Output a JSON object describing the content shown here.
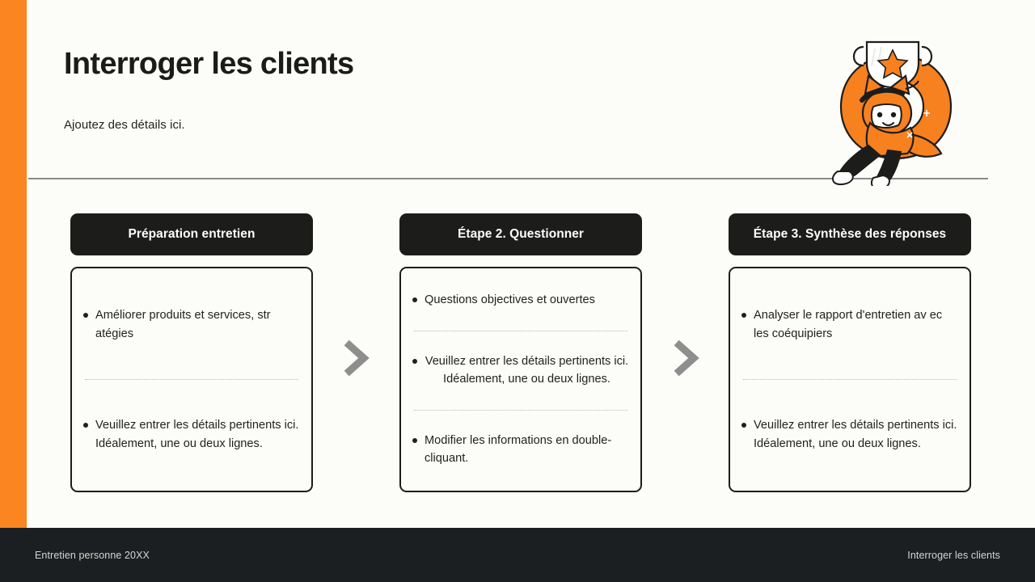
{
  "slide": {
    "title": "Interroger les clients",
    "subtitle": "Ajoutez des détails ici.",
    "accent_color": "#fb8521",
    "dark_color": "#1c1c1a",
    "background_color": "#fcfdf8"
  },
  "mascot": {
    "name": "fox-mascot-with-trophy-illustration"
  },
  "columns": [
    {
      "header": "Préparation entretien",
      "bullets": [
        "Améliorer produits et services, str atégies",
        "Veuillez entrer les détails pertinents ici. Idéalement, une ou deux lignes."
      ]
    },
    {
      "header": "Étape 2. Questionner",
      "bullets": [
        "Questions objectives et ouvertes",
        "Veuillez entrer les détails pertinents ici. Idéalement, une ou deux lignes.",
        "Modifier les informations en double-cliquant."
      ]
    },
    {
      "header": "Étape 3. Synthèse des réponses",
      "bullets": [
        "Analyser le rapport d'entretien av ec les coéquipiers",
        "Veuillez entrer les détails pertinents ici. Idéalement, une ou deux lignes."
      ]
    }
  ],
  "arrows": [
    {
      "name": "chevron-right-icon"
    },
    {
      "name": "chevron-right-icon"
    }
  ],
  "footer": {
    "left": "Entretien personne 20XX",
    "right": "Interroger les clients"
  }
}
